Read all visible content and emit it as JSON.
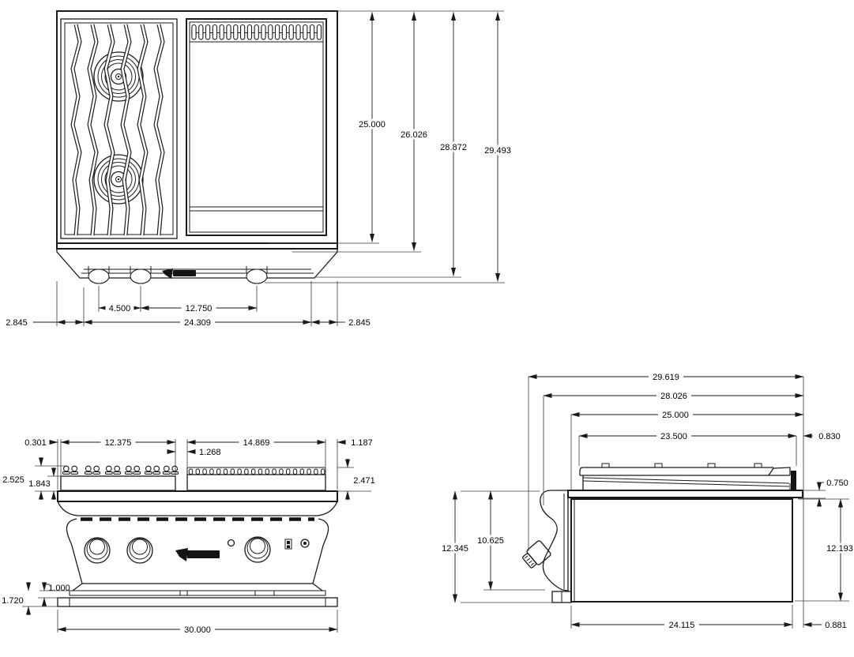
{
  "top_view": {
    "dims": {
      "grate_depth": "25.000",
      "band_depth": "26.026",
      "base_depth": "28.872",
      "overall_depth": "29.493",
      "foot_gap_small": "4.500",
      "foot_gap_large": "12.750",
      "left_inset": "2.845",
      "foot_span": "24.309",
      "right_inset": "2.845"
    }
  },
  "front_view": {
    "dims": {
      "left_offset": "0.301",
      "burner_shelf_width": "12.375",
      "shelf_gap": "1.268",
      "griddle_shelf_width": "14.869",
      "right_offset": "1.187",
      "grate_height": "2.525",
      "shelf_height": "1.843",
      "griddle_height": "2.471",
      "rail_height": "1.000",
      "base_height": "1.720",
      "overall_width": "30.000"
    }
  },
  "side_view": {
    "dims": {
      "overall_depth": "29.619",
      "knob_depth": "28.026",
      "body_depth": "25.000",
      "grate_depth": "23.500",
      "rear_offset": "0.830",
      "ledge_thickness": "0.750",
      "body_height": "12.193",
      "rear_overhang": "0.881",
      "overall_height": "12.345",
      "panel_height": "10.625",
      "base_depth": "24.115"
    }
  },
  "style": {
    "line_color": "#1a1a1a",
    "paper_color": "#ffffff",
    "badge_color": "#141414"
  }
}
